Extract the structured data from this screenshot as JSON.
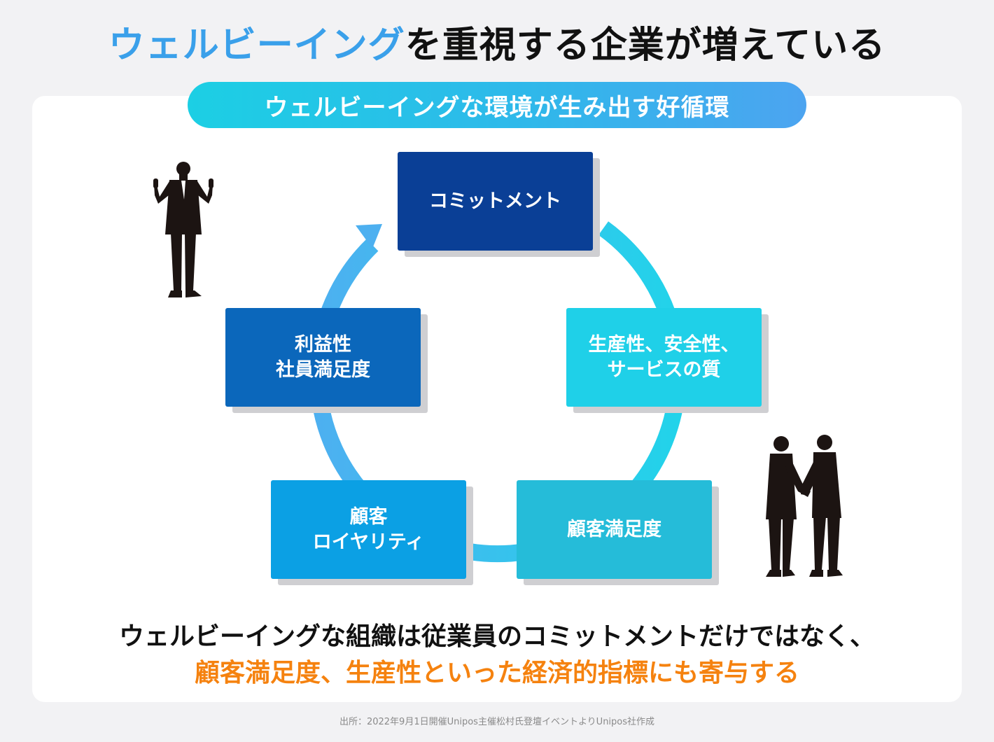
{
  "title": {
    "accent": "ウェルビーイング",
    "rest": "を重視する企業が増えている"
  },
  "subtitle": "ウェルビーイングな環境が生み出す好循環",
  "cycle": [
    {
      "lines": [
        "コミットメント"
      ],
      "color": "#0a3f96"
    },
    {
      "lines": [
        "生産性、安全性、",
        "サービスの質"
      ],
      "color": "#1fd0e8"
    },
    {
      "lines": [
        "顧客満足度"
      ],
      "color": "#25bcd9"
    },
    {
      "lines": [
        "顧客",
        "ロイヤリティ"
      ],
      "color": "#0ba0e4"
    },
    {
      "lines": [
        "利益性",
        "社員満足度"
      ],
      "color": "#0b67bb"
    }
  ],
  "message": {
    "line1": "ウェルビーイングな組織は従業員のコミットメントだけではなく、",
    "line2": "顧客満足度、生産性といった経済的指標にも寄与する"
  },
  "source": "出所：2022年9月1日開催Unipos主催松村氏登壇イベントよりUnipos社作成",
  "colors": {
    "accent_blue": "#3aa0ea",
    "highlight_orange": "#f5820f",
    "ring_start": "#4db0f0",
    "ring_end": "#22d3ea"
  },
  "icons": [
    "raised-arms-businessman-icon",
    "handshake-businessmen-icon"
  ]
}
